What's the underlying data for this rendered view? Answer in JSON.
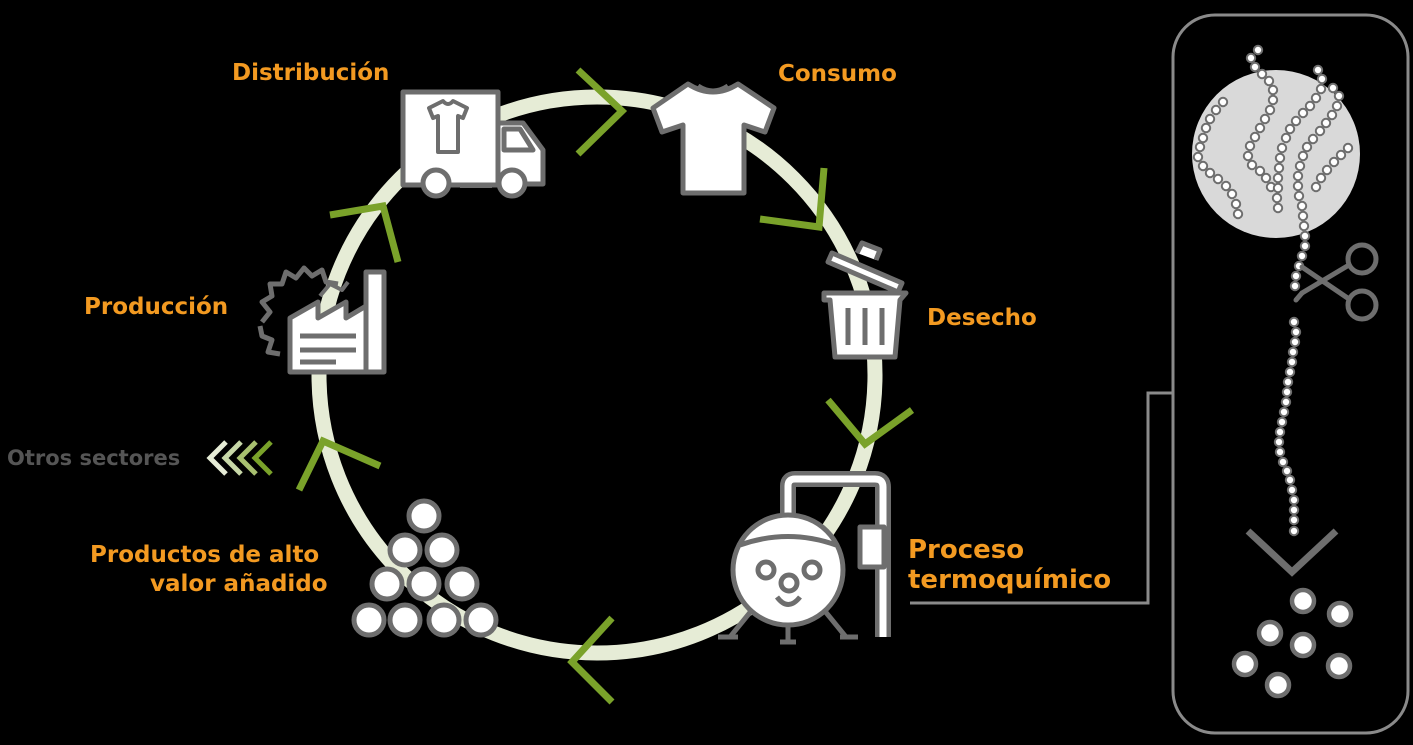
{
  "colors": {
    "background": "#000000",
    "label_orange": "#f39a21",
    "label_gray": "#555555",
    "ring_light_green": "#e6ecd6",
    "arrow_green": "#7aa22a",
    "icon_gray": "#6e6e6e",
    "icon_fill": "#ffffff",
    "panel_border": "#8a8a8a",
    "molecule_circle": "#d9d9d9"
  },
  "stages": {
    "distribucion": {
      "label": "Distribución",
      "icon": "delivery-truck-icon"
    },
    "consumo": {
      "label": "Consumo",
      "icon": "t-shirt-icon"
    },
    "desecho": {
      "label": "Desecho",
      "icon": "trash-can-icon"
    },
    "proceso": {
      "line1": "Proceso",
      "line2": "termoquímico",
      "icon": "reactor-vessel-icon"
    },
    "productos": {
      "line1": "Productos de alto",
      "line2": "valor añadido",
      "icon": "pellets-pyramid-icon"
    },
    "produccion": {
      "label": "Producción",
      "icon": "factory-icon"
    }
  },
  "outflow": {
    "label": "Otros sectores",
    "icon": "triple-chevron-left-icon"
  },
  "detail_panel": {
    "icons": [
      "polymer-chains-icon",
      "scissors-icon",
      "chevron-down-icon",
      "molecules-icon"
    ]
  }
}
